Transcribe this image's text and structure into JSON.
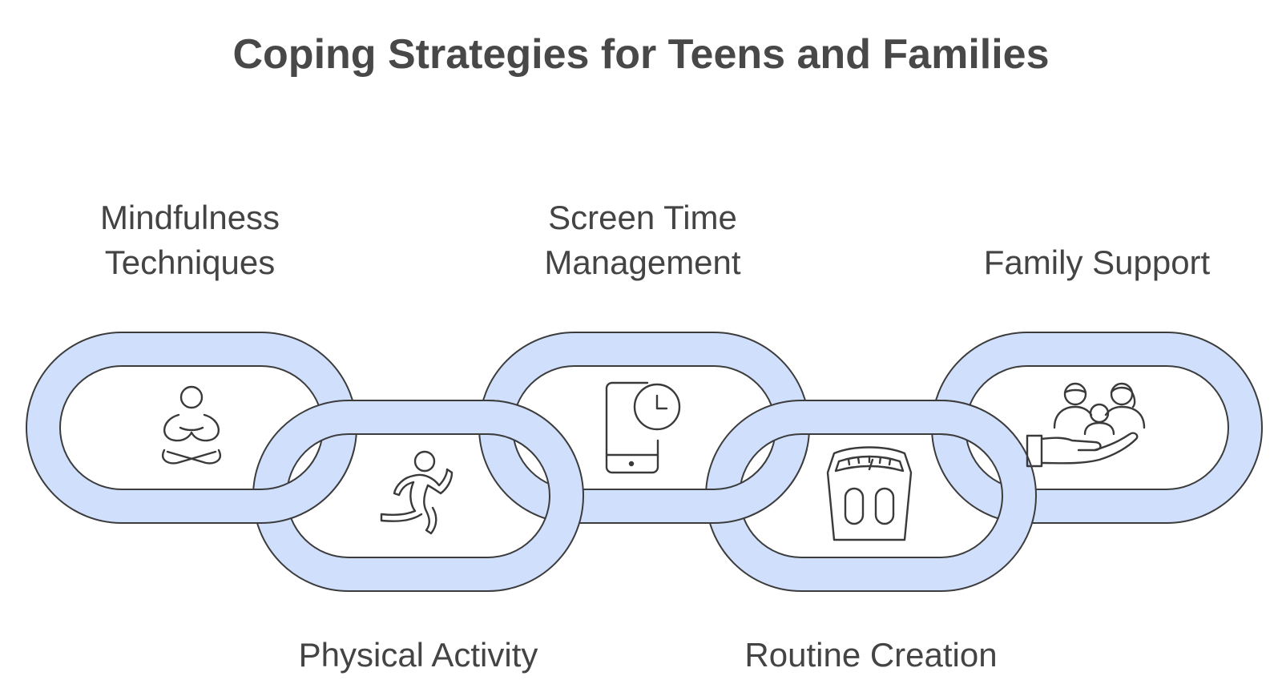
{
  "title": "Coping Strategies for Teens and Families",
  "links": [
    {
      "id": "mindfulness",
      "lines": [
        "Mindfulness",
        "Techniques"
      ],
      "position": "top",
      "icon": "meditation-icon"
    },
    {
      "id": "physical",
      "lines": [
        "Physical Activity"
      ],
      "position": "bottom",
      "icon": "running-person-icon"
    },
    {
      "id": "screen",
      "lines": [
        "Screen Time",
        "Management"
      ],
      "position": "top",
      "icon": "phone-clock-icon"
    },
    {
      "id": "routine",
      "lines": [
        "Routine Creation"
      ],
      "position": "bottom",
      "icon": "scale-icon"
    },
    {
      "id": "family",
      "lines": [
        "Family Support"
      ],
      "position": "top",
      "icon": "family-hand-icon"
    }
  ],
  "colors": {
    "link_fill": "#cfdffc",
    "link_stroke": "#3c3c3c",
    "text": "#444444",
    "icon_stroke": "#3a3a3a"
  }
}
